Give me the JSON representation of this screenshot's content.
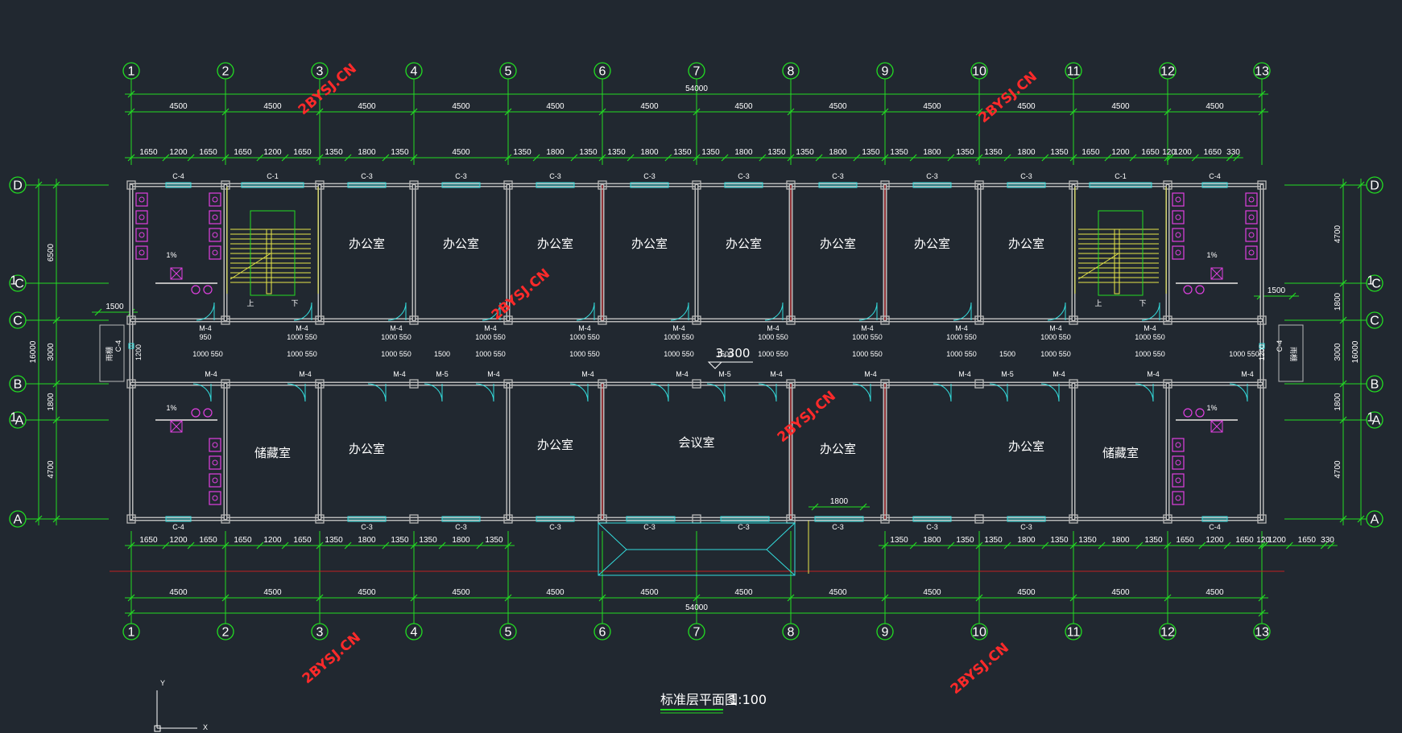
{
  "colors": {
    "background": "#212830",
    "dim_line": "#22dd22",
    "wall": "#b8b8b8",
    "window": "#33dddd",
    "door": "#33dddd",
    "stair": "#e6e64a",
    "toilet": "#e040e0",
    "watermark": "#ff2a2a",
    "text": "#ffffff"
  },
  "drawing": {
    "title": "标准层平面图",
    "scale": "1:100",
    "total_length": "54000",
    "elevation": "3.300",
    "watermark": "2BYSJ.CN",
    "ucs_x": "X",
    "ucs_y": "Y"
  },
  "axes": {
    "numbers": [
      "1",
      "2",
      "3",
      "4",
      "5",
      "6",
      "7",
      "8",
      "9",
      "10",
      "11",
      "12",
      "13"
    ],
    "letters": [
      "D",
      "C",
      "C",
      "B",
      "A",
      "A"
    ],
    "letter_subs": [
      "",
      "1",
      "",
      "",
      "1",
      ""
    ]
  },
  "dimensions": {
    "bays": [
      "4500",
      "4500",
      "4500",
      "4500",
      "4500",
      "4500",
      "4500",
      "4500",
      "4500",
      "4500",
      "4500",
      "4500"
    ],
    "top_detail": [
      "1650",
      "1200",
      "1650",
      "1650",
      "1200",
      "1650",
      "1350",
      "1800",
      "1350",
      "4500",
      "1350",
      "1800",
      "1350",
      "1350",
      "1800",
      "1350",
      "1350",
      "1800",
      "1350",
      "1350",
      "1800",
      "1350",
      "1350",
      "1800",
      "1350",
      "1350",
      "1800",
      "1350",
      "1650",
      "1200",
      "1650",
      "120",
      "1200",
      "1650",
      "330"
    ],
    "bottom_detail": [
      "1650",
      "1200",
      "1650",
      "1650",
      "1200",
      "1650",
      "1350",
      "1800",
      "1350",
      "1350",
      "1800",
      "1350",
      "1350",
      "1800",
      "1350",
      "1350",
      "1800",
      "1350",
      "1350",
      "1800",
      "1350",
      "1650",
      "1200",
      "1650",
      "120",
      "1200",
      "1650",
      "330"
    ],
    "left_side": [
      "6500",
      "3000",
      "1800",
      "4700"
    ],
    "left_total": "16000",
    "right_side": [
      "4700",
      "1800",
      "3000",
      "1800",
      "4700"
    ],
    "right_total": "16000",
    "bottom_1800": "1800",
    "canopy": "1500"
  },
  "rooms": {
    "office": "办公室",
    "storage": "储藏室",
    "meeting": "会议室",
    "canopy": "雨棚",
    "up": "上",
    "down": "下",
    "slope": "1%"
  },
  "labels": {
    "c1": "C-1",
    "c3": "C-3",
    "c4": "C-4",
    "m4": "M-4",
    "m5": "M-5",
    "d1000": "1000",
    "d550": "550",
    "d950": "950",
    "d1200": "1200",
    "d1500": "1500"
  }
}
